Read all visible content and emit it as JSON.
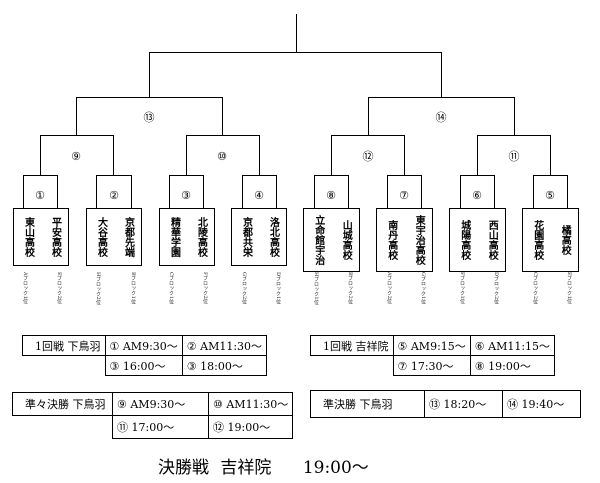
{
  "bracket": {
    "games": {
      "g1": "①",
      "g2": "②",
      "g3": "③",
      "g4": "④",
      "g5": "⑤",
      "g6": "⑥",
      "g7": "⑦",
      "g8": "⑧",
      "g9": "⑨",
      "g10": "⑩",
      "g11": "⑪",
      "g12": "⑫",
      "g13": "⑬",
      "g14": "⑭"
    },
    "teams": [
      {
        "name": "東山高校",
        "seed": "Aブロック1位"
      },
      {
        "name": "平安高校",
        "seed": "Eブロック2位"
      },
      {
        "name": "大谷高校",
        "seed": "Hブロック2位"
      },
      {
        "name": "京都先端",
        "seed": "Bブロック1位"
      },
      {
        "name": "精華学園",
        "seed": "Cブロック1位"
      },
      {
        "name": "北陵高校",
        "seed": "Fブロック2位"
      },
      {
        "name": "京都共栄",
        "seed": "Gブロック2位"
      },
      {
        "name": "洛北高校",
        "seed": "Dブロック1位"
      },
      {
        "name": "立命館宇治",
        "seed": "Hブロック1位"
      },
      {
        "name": "山城高校",
        "seed": "Bブロック2位"
      },
      {
        "name": "南丹高校",
        "seed": "Aブロック2位"
      },
      {
        "name": "東宇治高校",
        "seed": "Gブロック1位"
      },
      {
        "name": "城陽高校",
        "seed": "Fブロック1位"
      },
      {
        "name": "西山高校",
        "seed": "Dブロック2位"
      },
      {
        "name": "花園高校",
        "seed": "Cブロック2位"
      },
      {
        "name": "橘高校",
        "seed": "Eブロック1位"
      }
    ]
  },
  "schedule": {
    "round1_left": {
      "label": "1回戦 下鳥羽",
      "r1c1": "① AM9:30～",
      "r1c2": "② AM11:30～",
      "r2c1": "③ 16:00～",
      "r2c2": "③ 18:00～"
    },
    "round1_right": {
      "label": "1回戦 吉祥院",
      "r1c1": "⑤ AM9:15～",
      "r1c2": "⑥ AM11:15～",
      "r2c1": "⑦ 17:30～",
      "r2c2": "⑧ 19:00～"
    },
    "qf_left": {
      "label": "準々決勝 下鳥羽",
      "r1c1": "⑨ AM9:30～",
      "r1c2": "⑩ AM11:30～",
      "r2c1": "⑪ 17:00～",
      "r2c2": "⑫ 19:00～"
    },
    "sf_right": {
      "label": "準決勝 下鳥羽",
      "c1": "⑬ 18:20～",
      "c2": "⑭ 19:40～"
    },
    "final": {
      "label": "決勝戦",
      "venue": "吉祥院",
      "time": "19:00～"
    }
  }
}
